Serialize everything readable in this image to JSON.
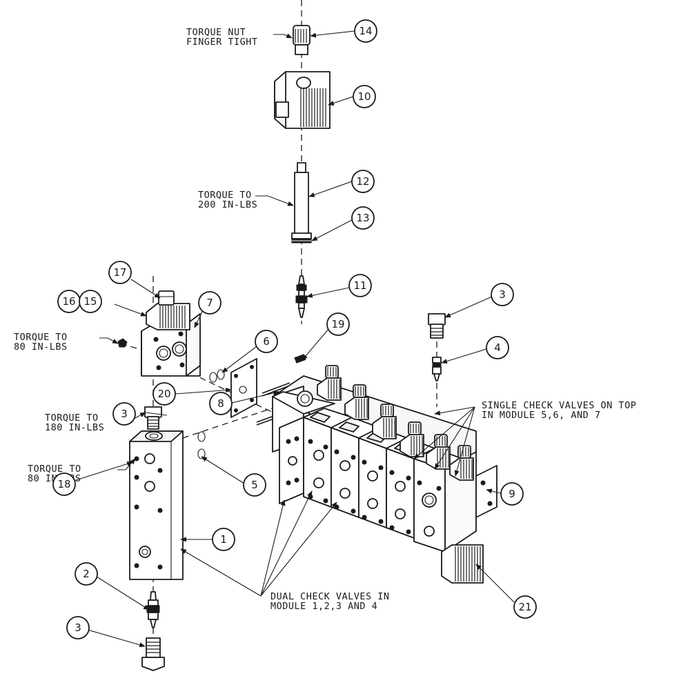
{
  "notes": {
    "torque_nut": [
      "TORQUE NUT",
      "FINGER TIGHT"
    ],
    "torque_200": [
      "TORQUE TO",
      "200 IN-LBS"
    ],
    "torque_80_upper": [
      "TORQUE TO",
      "80 IN-LBS"
    ],
    "torque_180": [
      "TORQUE TO",
      "180 IN-LBS"
    ],
    "torque_80_lower": [
      "TORQUE TO",
      "80 IN-LBS"
    ],
    "single_check": [
      "SINGLE CHECK VALVES ON TOP",
      "IN MODULE 5,6, AND 7"
    ],
    "dual_check": [
      "DUAL CHECK VALVES IN",
      "MODULE 1,2,3 AND 4"
    ]
  },
  "callouts": {
    "b14": "14",
    "b10": "10",
    "b12": "12",
    "b13": "13",
    "b11": "11",
    "b17": "17",
    "b16": "16",
    "b15": "15",
    "b7": "7",
    "b19": "19",
    "b3_right": "3",
    "b4": "4",
    "b6": "6",
    "b20": "20",
    "b3_left": "3",
    "b8": "8",
    "b9": "9",
    "b18": "18",
    "b5": "5",
    "b1": "1",
    "b2": "2",
    "b21": "21",
    "b3_bottom": "3"
  }
}
